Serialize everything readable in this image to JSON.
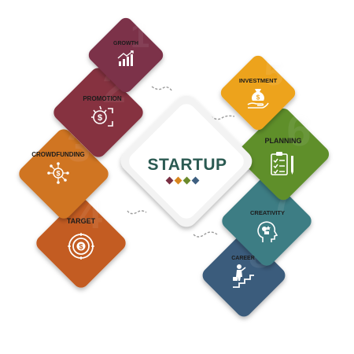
{
  "center": {
    "title": "STARTUP",
    "dot_colors": [
      "#7a2f43",
      "#d9861e",
      "#6b8a2b",
      "#3e5f80"
    ]
  },
  "cards": [
    {
      "id": "growth",
      "label": "GROWTH",
      "color": "#7b3149",
      "icon": "growth-chart-icon",
      "number": "1"
    },
    {
      "id": "promotion",
      "label": "PROMOTION",
      "color": "#86303f",
      "icon": "promotion-dollar-icon",
      "number": "2"
    },
    {
      "id": "crowdfunding",
      "label": "CROWDFUNDING",
      "color": "#d07423",
      "icon": "network-dollar-icon",
      "number": "3"
    },
    {
      "id": "target",
      "label": "TARGET",
      "color": "#c35c20",
      "icon": "target-dollar-icon",
      "number": "4"
    },
    {
      "id": "investment",
      "label": "INVESTMENT",
      "color": "#eda31e",
      "icon": "money-bag-hand-icon",
      "number": "5"
    },
    {
      "id": "planning",
      "label": "PLANNING",
      "color": "#5f8f2b",
      "icon": "clipboard-checklist-icon",
      "number": "6"
    },
    {
      "id": "creativity",
      "label": "CREATIVITY",
      "color": "#3e7d84",
      "icon": "head-idea-icon",
      "number": "7"
    },
    {
      "id": "career",
      "label": "CAREER",
      "color": "#3a5c7c",
      "icon": "businessman-stairs-icon",
      "number": "8"
    }
  ]
}
